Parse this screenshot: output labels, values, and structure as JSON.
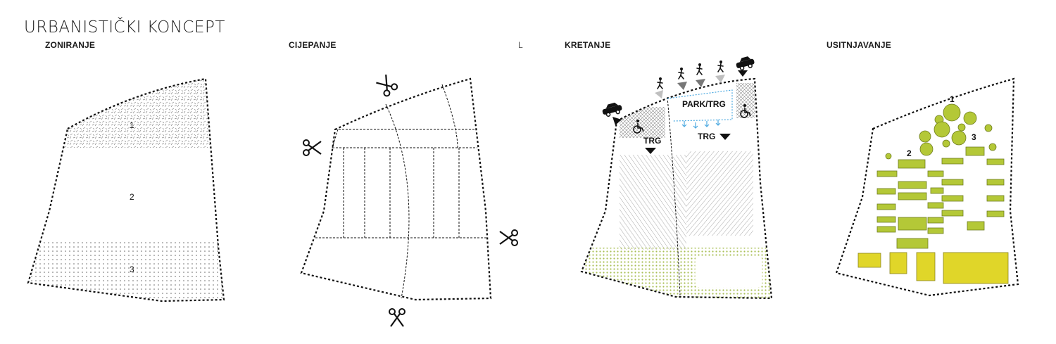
{
  "title": "URBANISTIČKI KONCEPT",
  "panels": [
    {
      "label": "ZONIRANJE",
      "zones": [
        "1",
        "2",
        "3"
      ]
    },
    {
      "label": "CIJEPANJE"
    },
    {
      "label": "KRETANJE",
      "labels": {
        "park_trg": "PARK/TRG",
        "trg_left": "TRG",
        "trg_right": "TRG"
      }
    },
    {
      "label": "USITNJAVANJE",
      "zones": [
        "1",
        "2",
        "3"
      ]
    }
  ],
  "stray_label": "L",
  "colors": {
    "lime": "#b4c837",
    "yellow": "#e0d629",
    "lime_dots": "#a9bf55",
    "blue_arrows": "#4aa8e0",
    "outline": "#111111"
  },
  "icons": [
    "scissors-icon",
    "pedestrian-icon",
    "car-icon",
    "wheelchair-icon",
    "arrow-down-icon"
  ]
}
